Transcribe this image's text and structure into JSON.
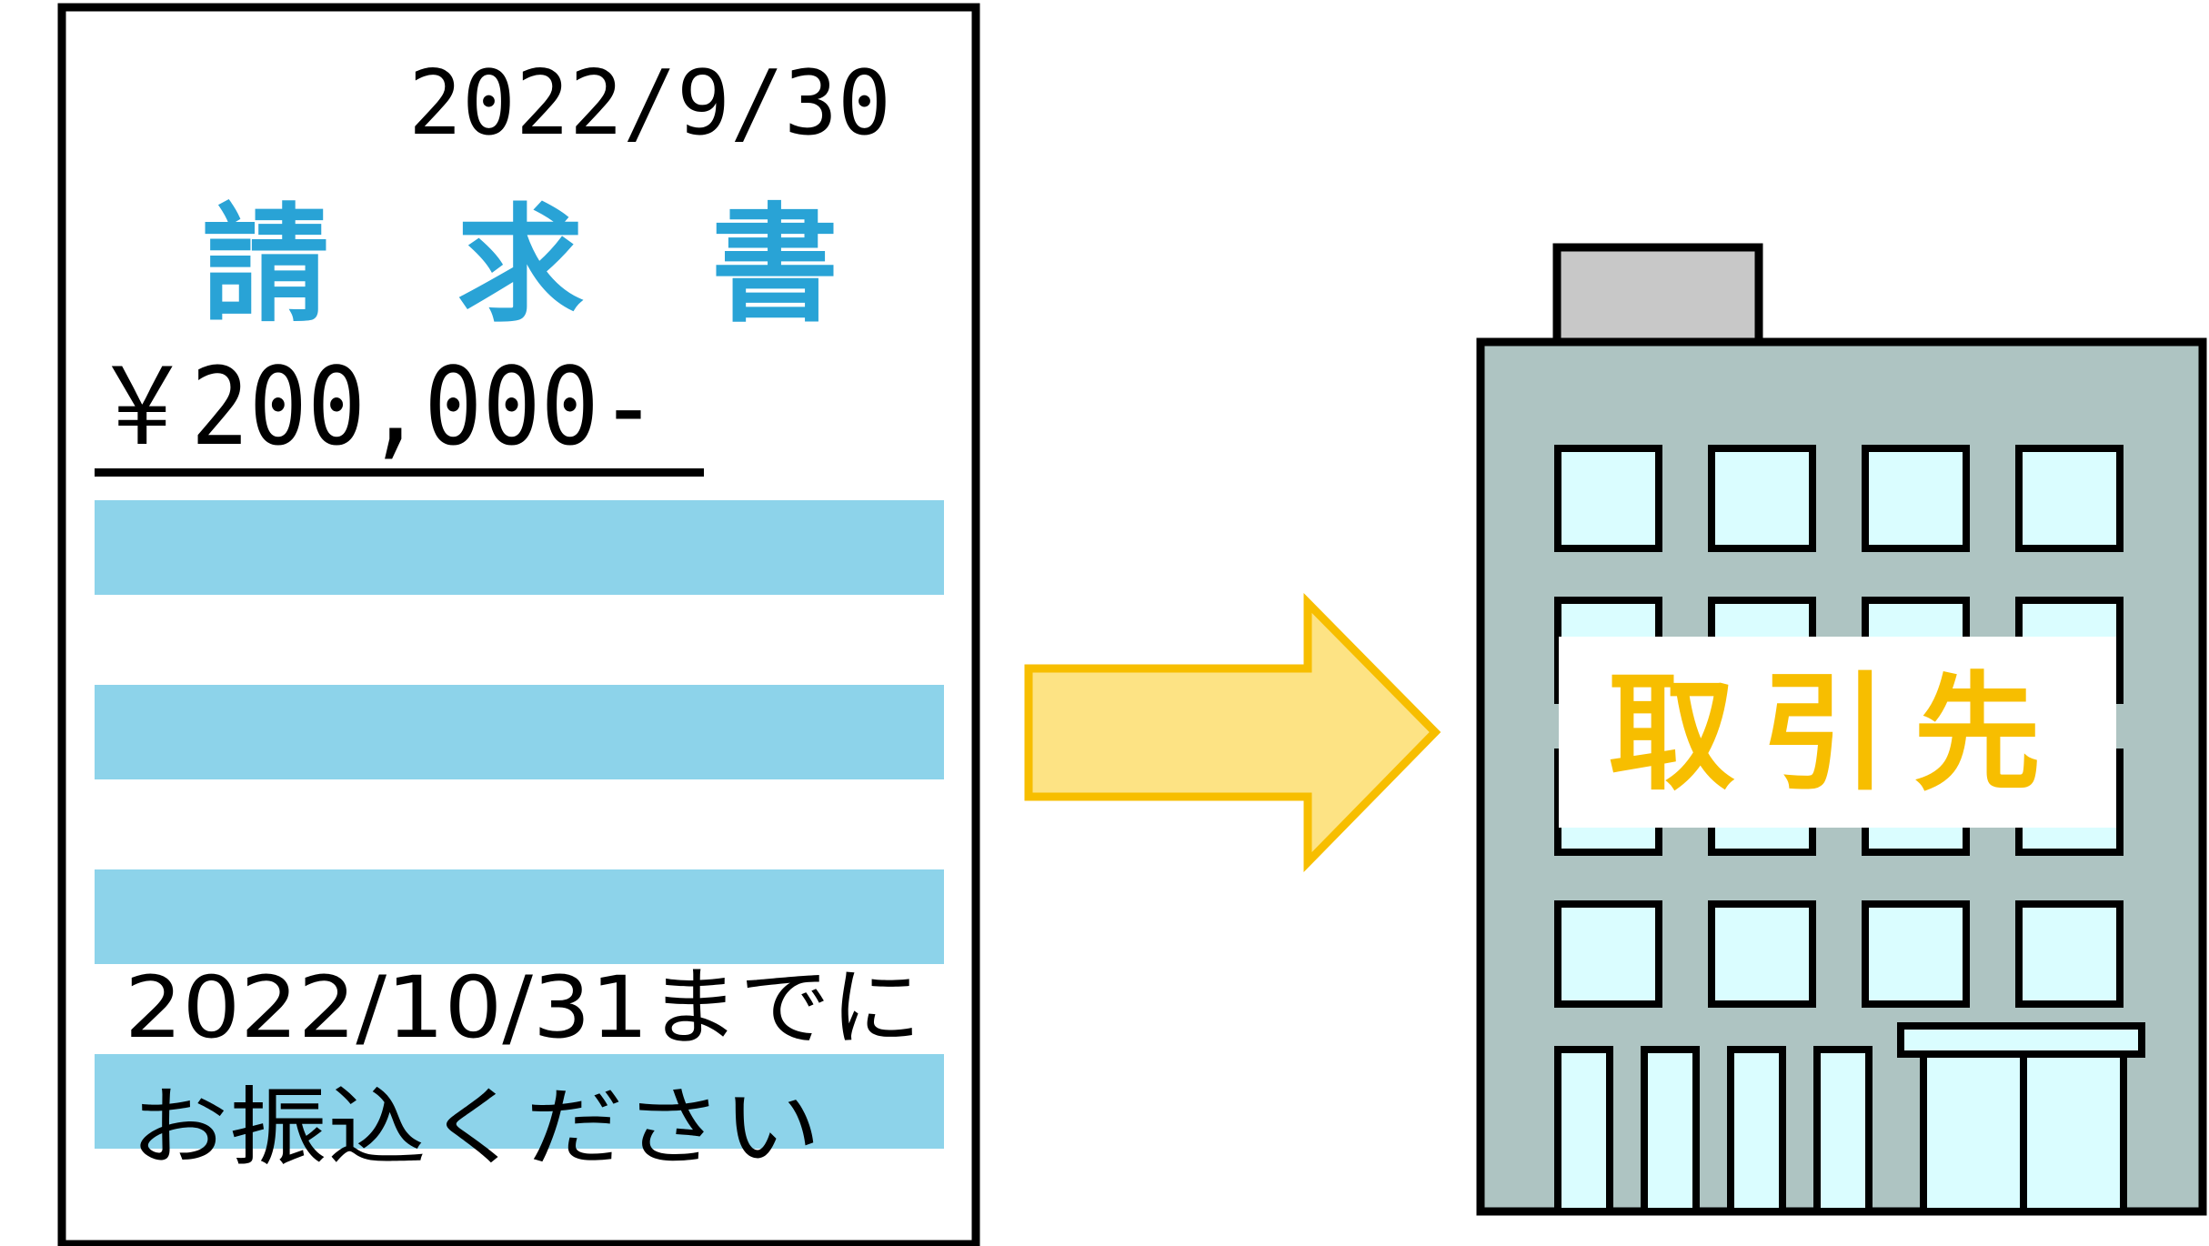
{
  "invoice": {
    "date": "2022/9/30",
    "title": "請　求　書",
    "amount": "￥200,000-",
    "due_line1": "2022/10/31までに",
    "due_line2": "お振込ください"
  },
  "building": {
    "sign": "取引先"
  },
  "colors": {
    "title": "#29a3d6",
    "stripe": "#8dd3ea",
    "arrow_fill": "#fde384",
    "arrow_stroke": "#f7be00",
    "building_body": "#aec4c2",
    "window": "#dafdff",
    "roof_box": "#c8c8c8",
    "sign_text": "#f7be00"
  }
}
